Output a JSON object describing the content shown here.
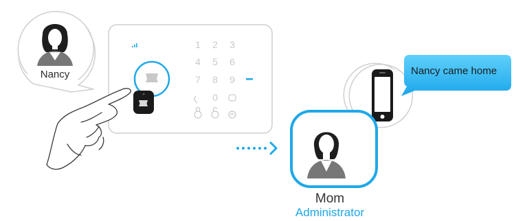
{
  "user": {
    "name": "Nancy"
  },
  "recipient": {
    "name": "Mom",
    "role": "Administrator"
  },
  "notification": {
    "message": "Nancy came home"
  },
  "keypad": {
    "keys": [
      "1",
      "2",
      "3",
      "4",
      "5",
      "6",
      "7",
      "8",
      "9",
      "0"
    ]
  },
  "colors": {
    "accent": "#1fa8e8",
    "outline": "#cfcfcf",
    "text": "#333333"
  }
}
